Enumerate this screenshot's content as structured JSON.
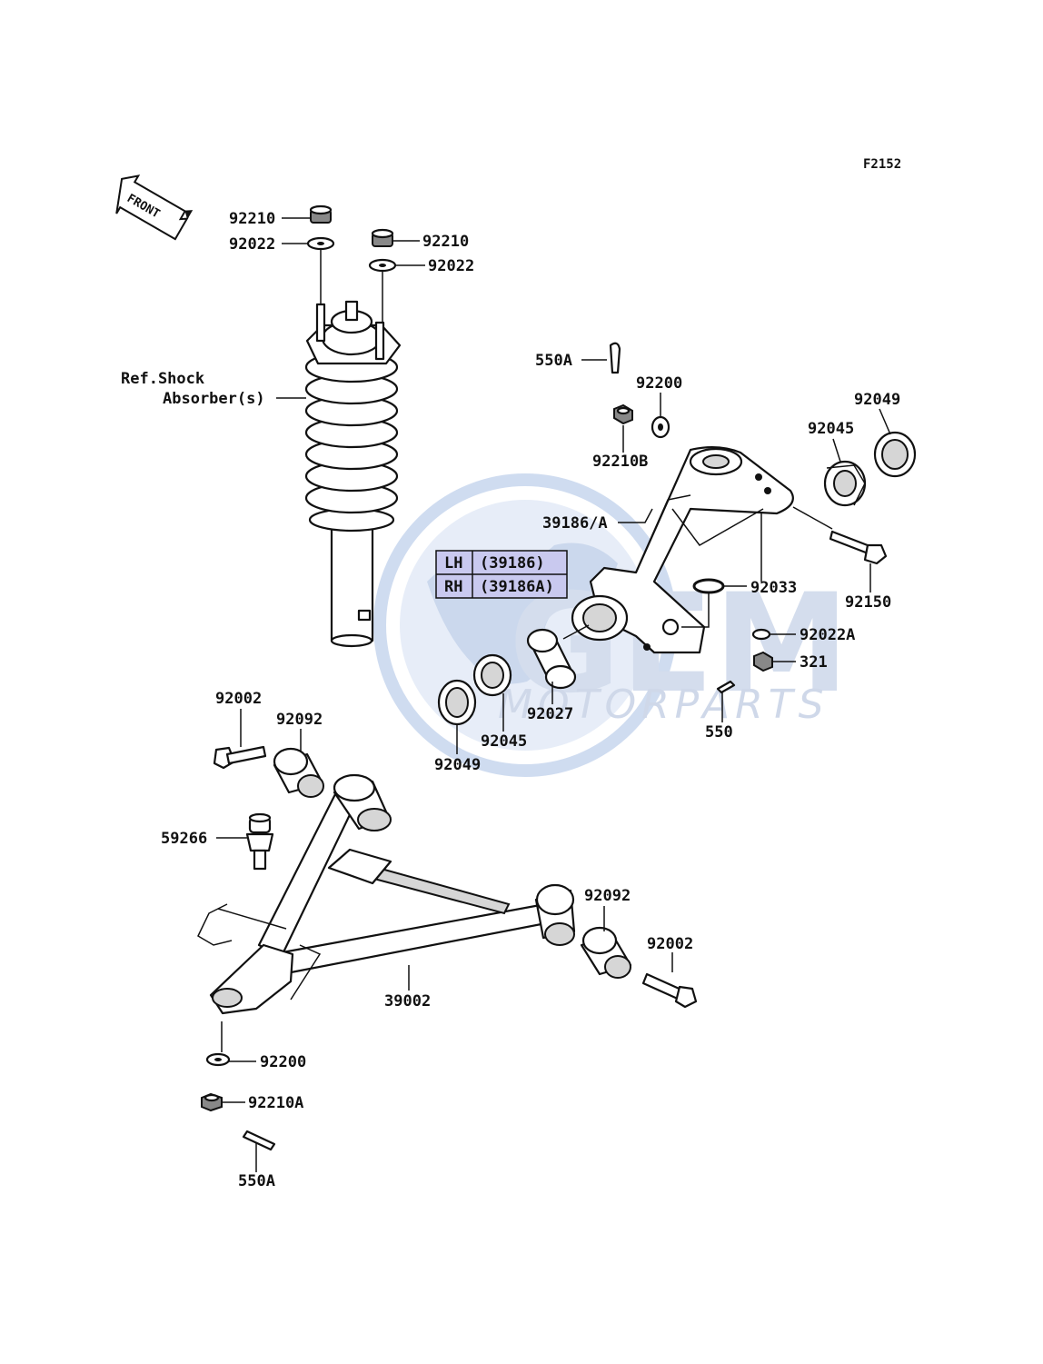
{
  "figure_code": "F2152",
  "front_arrow": "FRONT",
  "ref_text": {
    "line1": "Ref.Shock",
    "line2": "Absorber(s)"
  },
  "variant_table": {
    "rows": [
      {
        "side": "LH",
        "part": "(39186)"
      },
      {
        "side": "RH",
        "part": "(39186A)"
      }
    ],
    "fill": "#c9c9ef"
  },
  "watermark": {
    "text": "MOTORPARTS",
    "color": "#c7d2e6"
  },
  "callouts": [
    {
      "id": "nut-92210-left",
      "label": "92210"
    },
    {
      "id": "washer-92022-left",
      "label": "92022"
    },
    {
      "id": "nut-92210-right",
      "label": "92210"
    },
    {
      "id": "washer-92022-right",
      "label": "92022"
    },
    {
      "id": "cotter-pin-550A-top",
      "label": "550A"
    },
    {
      "id": "washer-92200-top",
      "label": "92200"
    },
    {
      "id": "seal-92049-right",
      "label": "92049"
    },
    {
      "id": "bearing-92045-right",
      "label": "92045"
    },
    {
      "id": "nut-92210B",
      "label": "92210B"
    },
    {
      "id": "knuckle-39186",
      "label": "39186/A"
    },
    {
      "id": "snap-ring-92033",
      "label": "92033"
    },
    {
      "id": "bolt-92150",
      "label": "92150"
    },
    {
      "id": "washer-92022A",
      "label": "92022A"
    },
    {
      "id": "nut-321",
      "label": "321"
    },
    {
      "id": "cotter-pin-550",
      "label": "550"
    },
    {
      "id": "spacer-92027",
      "label": "92027"
    },
    {
      "id": "bearing-92045-left",
      "label": "92045"
    },
    {
      "id": "seal-92049-left",
      "label": "92049"
    },
    {
      "id": "bolt-92002-left",
      "label": "92002"
    },
    {
      "id": "bushing-92092-left",
      "label": "92092"
    },
    {
      "id": "ball-joint-59266",
      "label": "59266"
    },
    {
      "id": "bushing-92092-right",
      "label": "92092"
    },
    {
      "id": "bolt-92002-right",
      "label": "92002"
    },
    {
      "id": "arm-39002",
      "label": "39002"
    },
    {
      "id": "washer-92200-bottom",
      "label": "92200"
    },
    {
      "id": "nut-92210A",
      "label": "92210A"
    },
    {
      "id": "cotter-pin-550A-bottom",
      "label": "550A"
    }
  ]
}
